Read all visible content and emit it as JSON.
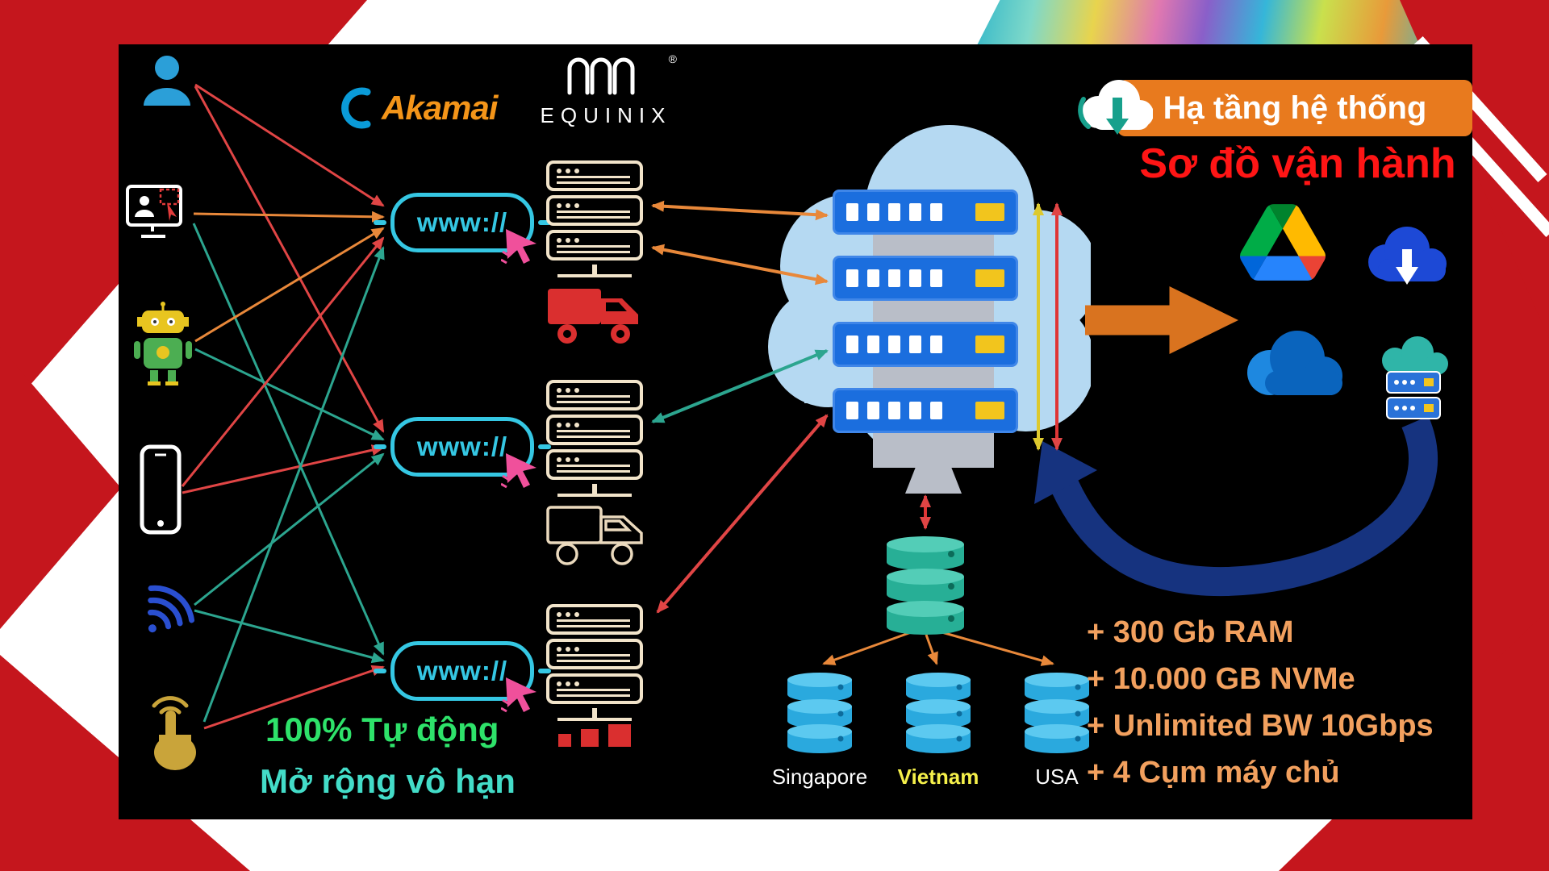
{
  "header": {
    "banner_title": "Hạ tầng hệ thống",
    "subtitle": "Sơ đồ vận hành"
  },
  "logos": {
    "akamai": "Akamai",
    "equinix": "EQUINIX",
    "registered_mark": "®"
  },
  "gateway": {
    "www_label": "www://"
  },
  "captions": {
    "auto": "100% Tự động",
    "scale": "Mở rộng vô hạn"
  },
  "datacenters": {
    "locations": [
      {
        "name": "Singapore"
      },
      {
        "name": "Vietnam"
      },
      {
        "name": "USA"
      }
    ]
  },
  "specs": [
    "+ 300 Gb RAM",
    "+ 10.000 GB NVMe",
    "+ Unlimited BW 10Gbps",
    "+ 4 Cụm máy chủ"
  ],
  "colors": {
    "canvas_background": "#000000",
    "frame_red": "#c5161d",
    "banner_orange": "#e87a1e",
    "subtitle_red": "#ff1515",
    "spec_orange": "#f2a05e",
    "auto_green": "#2ee26a",
    "scale_teal": "#43dcc8",
    "www_cyan": "#35c7e3",
    "link_red": "#e04545",
    "link_teal": "#2ca58f",
    "link_orange": "#e8883a",
    "arrow_yellow": "#ddc92e",
    "cloud_blue": "#b5d9f2",
    "server_blue": "#1b6ede",
    "database_teal": "#27af96",
    "database_cyan": "#2aa9de",
    "vietnam_yellow": "#f5f04a",
    "akamai_orange": "#f49519",
    "akamai_blue": "#0a9bd8",
    "navy_arrow": "#16337f"
  },
  "icons": {
    "user-icon": "blue person silhouette",
    "desktop-user-icon": "monitor with user and red cursor",
    "robot-icon": "chatbot robot",
    "phone-icon": "smartphone outline",
    "wifi-icon": "tilted wifi signal",
    "touch-icon": "gold tapping hand",
    "cursor-icon": "pink mouse cursor",
    "akamai-swirl-icon": "blue swirl",
    "equinix-mark-icon": "equinix triple-arch mark",
    "server-rack-icon": "edge server rack",
    "fast-truck-icon": "red delivery truck",
    "outline-truck-icon": "outlined delivery truck",
    "loading-blocks-icon": "three red squares",
    "cloud-icon": "light blue cloud platform",
    "cloud-server-icon": "blue server row with yellow port",
    "database-teal-icon": "teal database cylinders",
    "database-cyan-icon": "cyan database cylinders",
    "cloud-download-teal-icon": "white cloud with teal down arrow",
    "cloud-download-blue-icon": "blue cloud with white down arrow",
    "google-drive-icon": "google drive triangle",
    "onedrive-icon": "onedrive blue cloud",
    "cloud-hosting-icon": "teal cloud over blue servers",
    "block-arrow-icon": "orange block arrow",
    "curved-arrow-icon": "navy curved arrow"
  }
}
